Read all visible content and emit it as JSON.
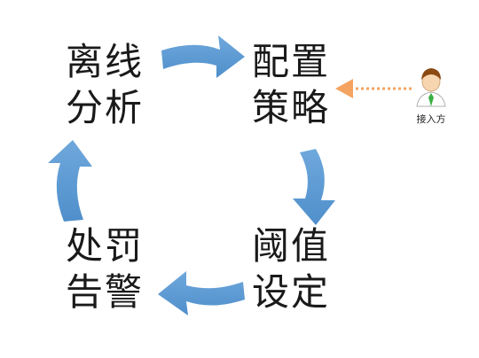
{
  "nodes": {
    "offline_analysis": {
      "line1": "离线",
      "line2": "分析"
    },
    "config_policy": {
      "line1": "配置",
      "line2": "策略"
    },
    "threshold_setting": {
      "line1": "阈值",
      "line2": "设定"
    },
    "punish_alert": {
      "line1": "处罚",
      "line2": "告警"
    }
  },
  "actor": {
    "label": "接入方",
    "icon": "user-icon"
  },
  "colors": {
    "cycle_arrow": "#5b9bd5",
    "actor_arrow": "#f4a460",
    "text": "#1a1a1a",
    "actor_shirt": "#ffffff",
    "actor_tie": "#3cb043",
    "actor_hair": "#8b4a12"
  }
}
